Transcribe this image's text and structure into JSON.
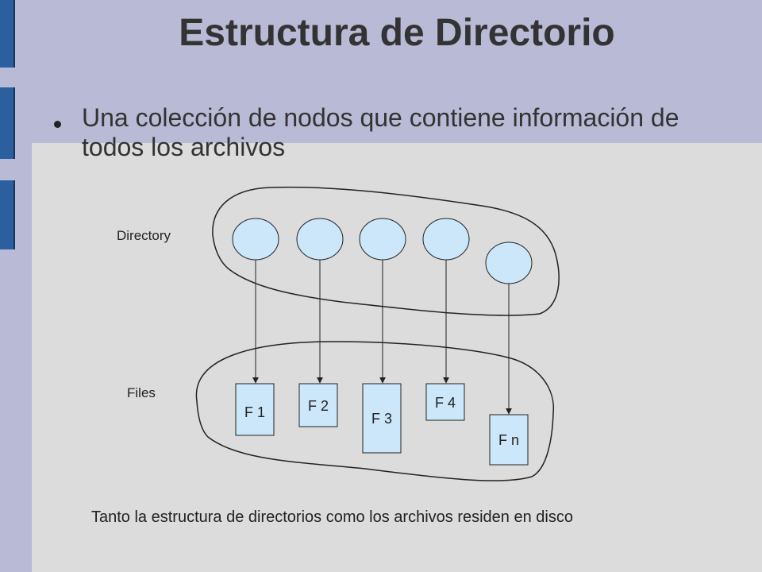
{
  "slide": {
    "title": "Estructura de Directorio",
    "bullet": "Una colección de nodos que contiene información de todos los archivos",
    "footnote": "Tanto la estructura de directorios como los archivos residen en disco"
  },
  "diagram": {
    "directory_label": "Directory",
    "files_label": "Files",
    "files": [
      "F 1",
      "F 2",
      "F 3",
      "F 4",
      "F n"
    ]
  },
  "colors": {
    "node_fill": "#cce6fa",
    "accent_bar": "#2b5f9e",
    "background": "#b8bad6",
    "panel": "#dcdcdc"
  }
}
